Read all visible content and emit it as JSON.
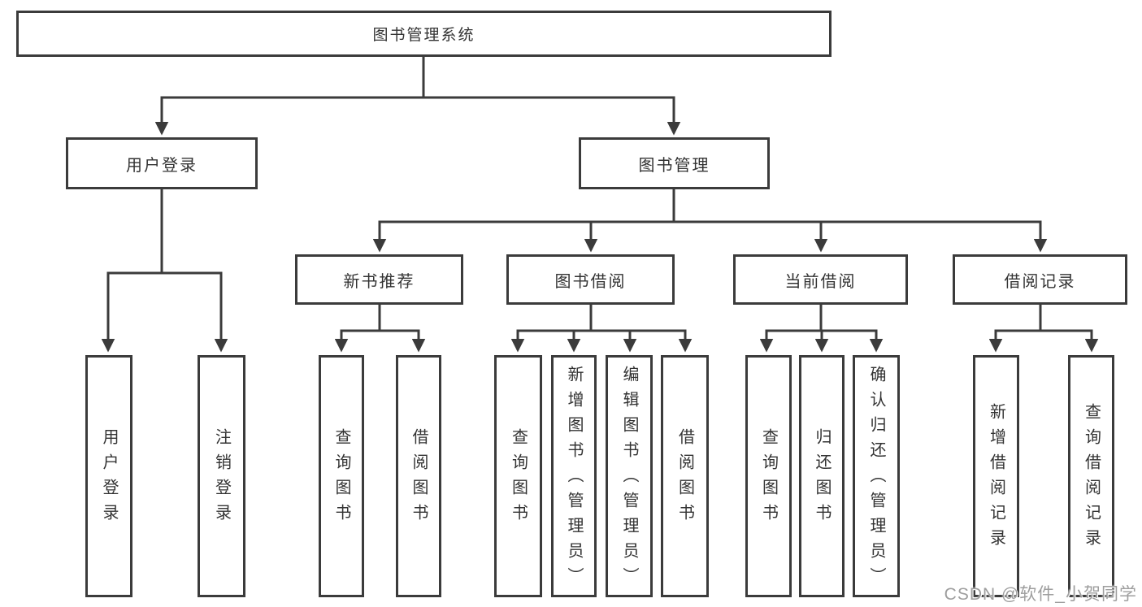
{
  "diagram": {
    "root": {
      "label": "图书管理系统"
    },
    "level2": {
      "user_login": {
        "label": "用户登录"
      },
      "book_management": {
        "label": "图书管理"
      }
    },
    "level3": {
      "new_book_recommend": {
        "label": "新书推荐"
      },
      "book_borrow": {
        "label": "图书借阅"
      },
      "current_borrow": {
        "label": "当前借阅"
      },
      "borrow_records": {
        "label": "借阅记录"
      }
    },
    "leaves": {
      "user_login": [
        "用户登录",
        "注销登录"
      ],
      "new_book_recommend": [
        "查询图书",
        "借阅图书"
      ],
      "book_borrow": [
        "查询图书",
        "新增图书（管理员）",
        "编辑图书（管理员）",
        "借阅图书"
      ],
      "current_borrow": [
        "查询图书",
        "归还图书",
        "确认归还（管理员）"
      ],
      "borrow_records": [
        "新增借阅记录",
        "查询借阅记录"
      ]
    }
  },
  "watermark": "CSDN @软件_小贺同学",
  "colors": {
    "line": "#3b3b3b",
    "text": "#333333",
    "watermark": "#9e9e9e",
    "background": "#ffffff"
  }
}
